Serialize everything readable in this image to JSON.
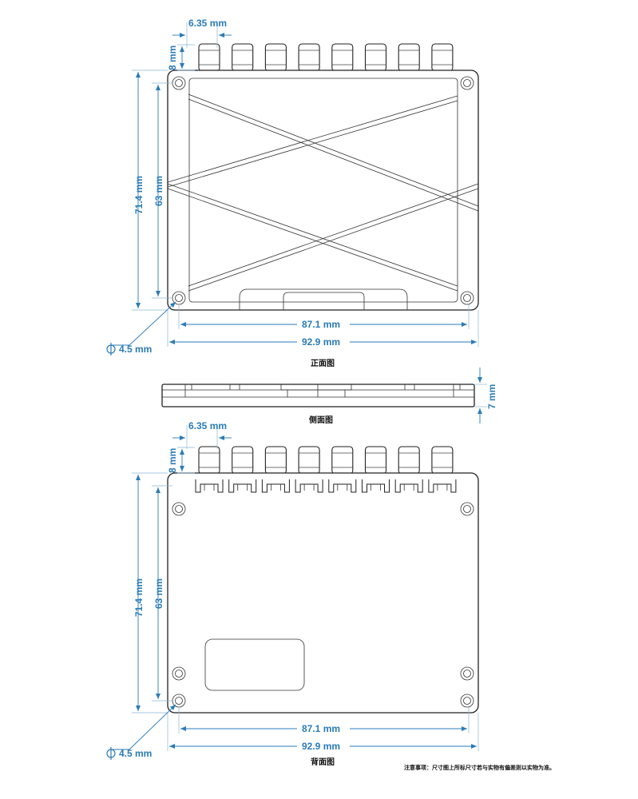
{
  "colors": {
    "dimension": "#2a7bb8",
    "outline": "#222222",
    "text": "#111111"
  },
  "front_view": {
    "caption": "正面图",
    "pitch": "6.35 mm",
    "connector_height": "8 mm",
    "outer_height": "71.4 mm",
    "inner_height": "63 mm",
    "inner_width": "87.1 mm",
    "outer_width": "92.9 mm",
    "hole_diameter": "4.5 mm",
    "connector_count": 8
  },
  "side_view": {
    "caption": "侧面图",
    "thickness": "7 mm"
  },
  "back_view": {
    "caption": "背面图",
    "pitch": "6.35 mm",
    "connector_height": "8 mm",
    "outer_height": "71.4 mm",
    "inner_height": "63 mm",
    "inner_width": "87.1 mm",
    "outer_width": "92.9 mm",
    "hole_diameter": "4.5 mm",
    "connector_count": 8
  },
  "note": "注意事项：尺寸图上所标尺寸若与实物有偏差则以实物为准。",
  "icons": {
    "diameter": "phi-symbol-icon"
  }
}
